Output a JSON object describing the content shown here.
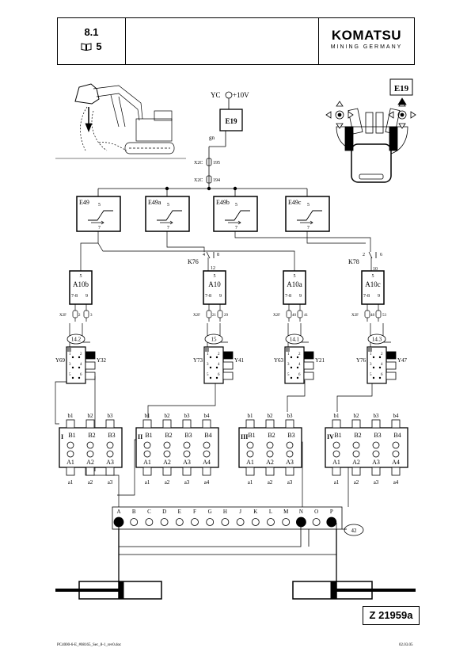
{
  "header": {
    "section": "8.1",
    "page_ref": "5",
    "brand": "KOMATSU",
    "brand_sub": "MINING GERMANY"
  },
  "supply": {
    "signal": "YC",
    "voltage": "+10V",
    "wire": "gn",
    "module": "E19"
  },
  "connectors": {
    "x2c_upper": "X2C",
    "x2c_upper_pin": "195",
    "x2c_lower": "X2C",
    "x2c_lower_pin": "194"
  },
  "joystick_label": "E19",
  "amplifiers": [
    {
      "label": "E49",
      "pin_top": "5",
      "pin_bottom": "7"
    },
    {
      "label": "E49a",
      "pin_top": "5",
      "pin_bottom": "7"
    },
    {
      "label": "E49b",
      "pin_top": "5",
      "pin_bottom": "7"
    },
    {
      "label": "E49c",
      "pin_top": "5",
      "pin_bottom": "7"
    }
  ],
  "relays": [
    {
      "label": "K76",
      "pin_a": "4",
      "pin_b": "8",
      "pin_c": "12"
    },
    {
      "label": "K78",
      "pin_a": "2",
      "pin_b": "6",
      "pin_c": "10"
    }
  ],
  "cards": [
    {
      "label": "A10b",
      "pin_top": "5",
      "pin_left": "7-8",
      "pin_right": "9",
      "conn": "X2F",
      "wire_a": "2",
      "wire_b": "3"
    },
    {
      "label": "A10",
      "pin_top": "5",
      "pin_left": "7-8",
      "pin_right": "9",
      "conn": "X2F",
      "wire_a": "21",
      "wire_b": "29"
    },
    {
      "label": "A10a",
      "pin_top": "5",
      "pin_left": "7-8",
      "pin_right": "9",
      "conn": "X2F",
      "wire_a": "40",
      "wire_b": "41"
    },
    {
      "label": "A10c",
      "pin_top": "5",
      "pin_left": "7-8",
      "pin_right": "9",
      "conn": "X2F",
      "wire_a": "48",
      "wire_b": "53"
    }
  ],
  "valves": [
    {
      "id": "14.2",
      "left": "Y69",
      "right": "Y32"
    },
    {
      "id": "15",
      "left": "Y73",
      "right": "Y41"
    },
    {
      "id": "14.1",
      "left": "Y63",
      "right": "Y21"
    },
    {
      "id": "14.3",
      "left": "Y76",
      "right": "Y47"
    }
  ],
  "valve_pins": [
    "1",
    "2",
    "3",
    "4",
    "5",
    "6"
  ],
  "blocks": [
    {
      "roman": "I",
      "b_top": [
        "b1",
        "b2",
        "b3"
      ],
      "b_in": [
        "B1",
        "B2",
        "B3"
      ],
      "a_in": [
        "A1",
        "A2",
        "A3"
      ],
      "a_bot": [
        "a1",
        "a2",
        "a3"
      ]
    },
    {
      "roman": "II",
      "b_top": [
        "b1",
        "b2",
        "b3",
        "b4"
      ],
      "b_in": [
        "B1",
        "B2",
        "B3",
        "B4"
      ],
      "a_in": [
        "A1",
        "A2",
        "A3",
        "A4"
      ],
      "a_bot": [
        "a1",
        "a2",
        "a3",
        "a4"
      ]
    },
    {
      "roman": "III",
      "b_top": [
        "b1",
        "b2",
        "b3"
      ],
      "b_in": [
        "B1",
        "B2",
        "B3"
      ],
      "a_in": [
        "A1",
        "A2",
        "A3"
      ],
      "a_bot": [
        "a1",
        "a2",
        "a3"
      ]
    },
    {
      "roman": "IV",
      "b_top": [
        "b1",
        "b2",
        "b3",
        "b4"
      ],
      "b_in": [
        "B1",
        "B2",
        "B3",
        "B4"
      ],
      "a_in": [
        "A1",
        "A2",
        "A3",
        "A4"
      ],
      "a_bot": [
        "a1",
        "a2",
        "a3",
        "a4"
      ]
    }
  ],
  "manifold": {
    "letters": [
      "A",
      "B",
      "C",
      "D",
      "E",
      "F",
      "G",
      "H",
      "J",
      "K",
      "L",
      "M",
      "N",
      "O",
      "P"
    ],
    "id": "42"
  },
  "drawing_number": "Z 21959a",
  "footer": {
    "file": "PC4000-6-E_#08165_Sec_8-1_rev0.doc",
    "date": "02.03.05"
  }
}
